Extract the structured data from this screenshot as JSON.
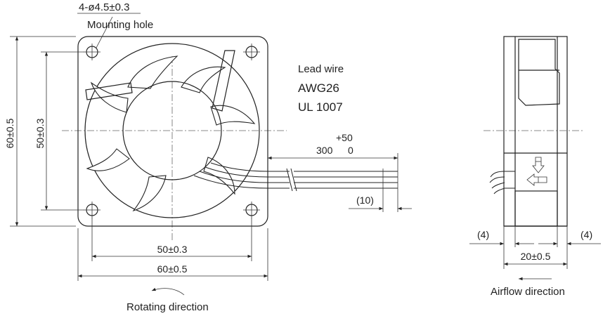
{
  "labels": {
    "mounting_hole_dim": "4-ø4.5±0.3",
    "mounting_hole": "Mounting hole",
    "lead_wire": "Lead wire",
    "awg": "AWG26",
    "ul": "UL 1007",
    "height_outer": "60±0.5",
    "height_inner": "50±0.3",
    "width_inner": "50±0.3",
    "width_outer": "60±0.5",
    "wire_tol": "+50",
    "wire_tol_lower": "0",
    "wire_length": "300",
    "strip_length": "(10)",
    "side_left": "(4)",
    "side_right": "(4)",
    "depth": "20±0.5",
    "rotating_direction": "Rotating direction",
    "airflow_direction": "Airflow direction"
  }
}
